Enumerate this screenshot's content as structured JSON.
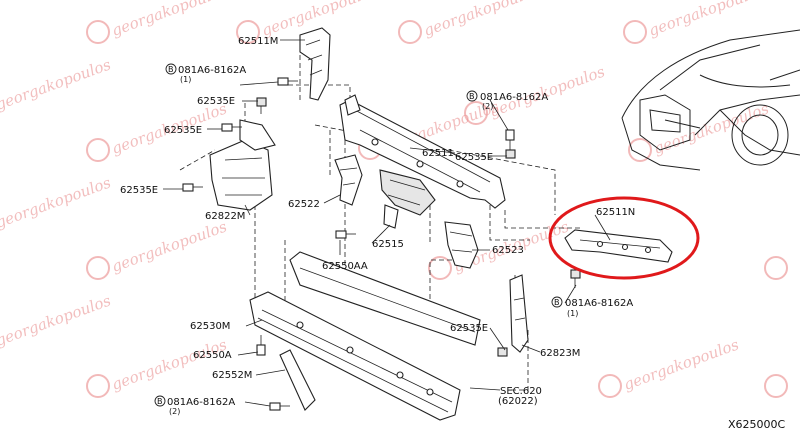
{
  "colors": {
    "highlight": "#e0191b",
    "watermark": "#e98a8a",
    "line": "#222222"
  },
  "watermark": {
    "text": "georgakopoulos",
    "icon": "car-logo-circle-icon"
  },
  "labels": {
    "p62511M": "62511M",
    "bolt_top": "081A6-8162A",
    "bolt_top_qty": "(1)",
    "p62535E_a": "62535E",
    "p62535E_b": "62535E",
    "p62535E_c": "62535E",
    "p62822M": "62822M",
    "bolt_right": "081A6-8162A",
    "bolt_right_qty": "(2)",
    "p62511": "62511",
    "p62535E_d": "62535E",
    "p62522": "62522",
    "p62511N": "62511N",
    "p62515": "62515",
    "p62523": "62523",
    "p62550AA": "62550AA",
    "bolt_lowright": "081A6-8162A",
    "bolt_lowright_qty": "(1)",
    "p62530M": "62530M",
    "p62535E_e": "62535E",
    "p62550A": "62550A",
    "p62823M": "62823M",
    "p62552M": "62552M",
    "sec620": "SEC.620",
    "sec620_ref": "(62022)",
    "bolt_bottom": "081A6-8162A",
    "bolt_bottom_qty": "(2)",
    "diagram_code": "X625000C"
  },
  "bolt_symbol": "B"
}
